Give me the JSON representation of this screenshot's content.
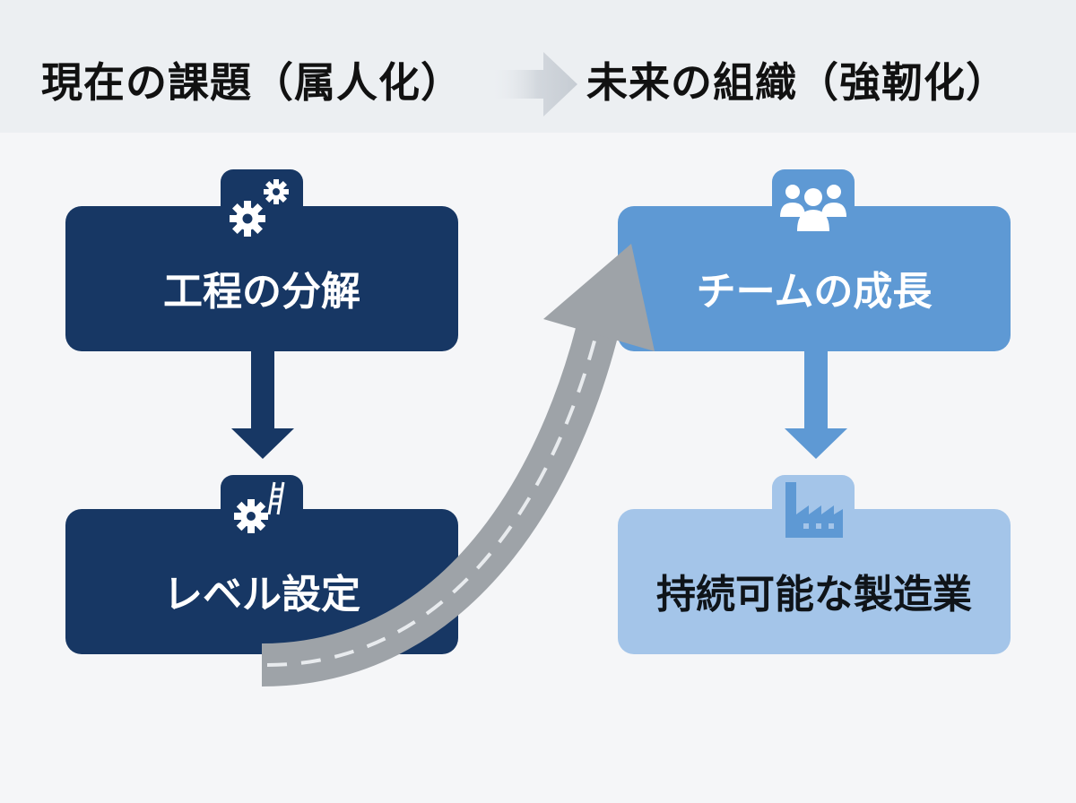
{
  "header": {
    "left_title": "現在の課題（属人化）",
    "right_title": "未来の組織（強靭化）",
    "arrow_icon": "chevron-right-arrow-icon"
  },
  "left_column": {
    "step1": {
      "label": "工程の分解",
      "icon": "gears-icon"
    },
    "step2": {
      "label": "レベル設定",
      "icon": "gear-ladder-icon"
    }
  },
  "right_column": {
    "step1": {
      "label": "チームの成長",
      "icon": "team-people-icon"
    },
    "step2": {
      "label": "持続可能な製造業",
      "icon": "factory-icon"
    }
  },
  "colors": {
    "dark_navy": "#173764",
    "mid_blue": "#5e99d4",
    "light_blue": "#a4c5e9",
    "road_gray": "#9ea3a8",
    "header_band": "#eceff2"
  }
}
